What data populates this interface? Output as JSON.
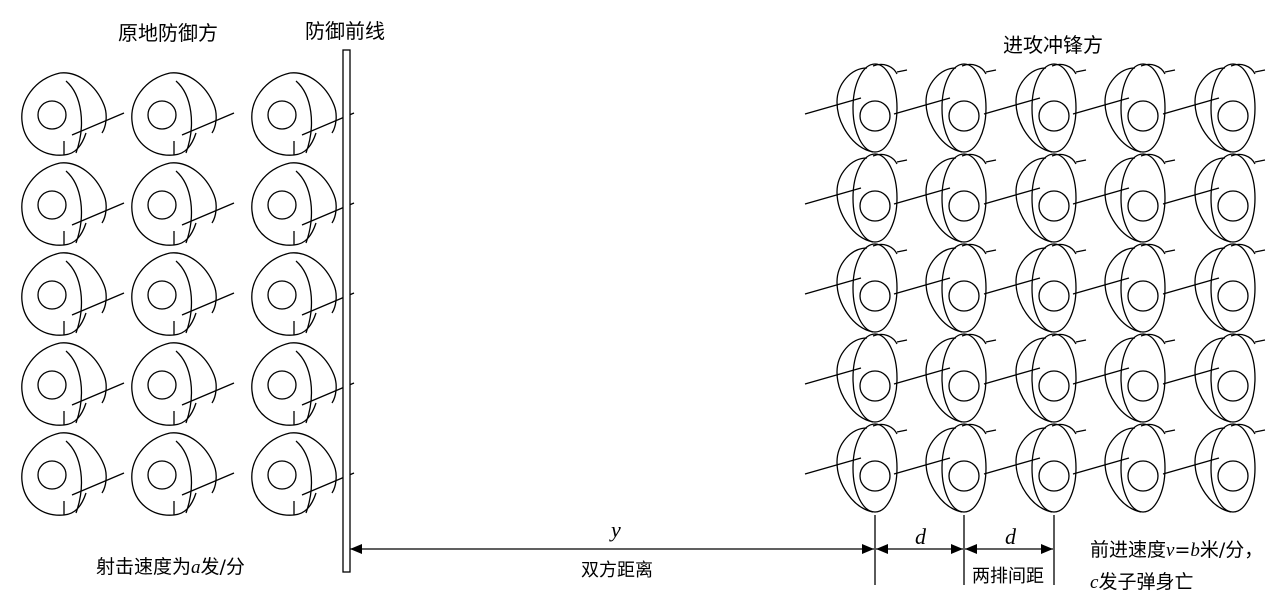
{
  "labels": {
    "defender_title": "原地防御方",
    "front_line_title": "防御前线",
    "attacker_title": "进攻冲锋方"
  },
  "fire_rate": {
    "prefix": "射击速度为",
    "var": "a",
    "suffix": "发/分"
  },
  "distance": {
    "var": "y",
    "caption": "双方距离"
  },
  "spacing": {
    "var1": "d",
    "var2": "d",
    "caption": "两排间距"
  },
  "advance": {
    "prefix": "前进速度",
    "var_v": "v",
    "eq": "=",
    "var_b": "b",
    "unit": "米/分，",
    "var_c": "c",
    "suffix": "发子弹身亡"
  },
  "formation": {
    "defender_rows": 5,
    "defender_cols": 3,
    "attacker_rows": 5,
    "attacker_cols": 5
  }
}
